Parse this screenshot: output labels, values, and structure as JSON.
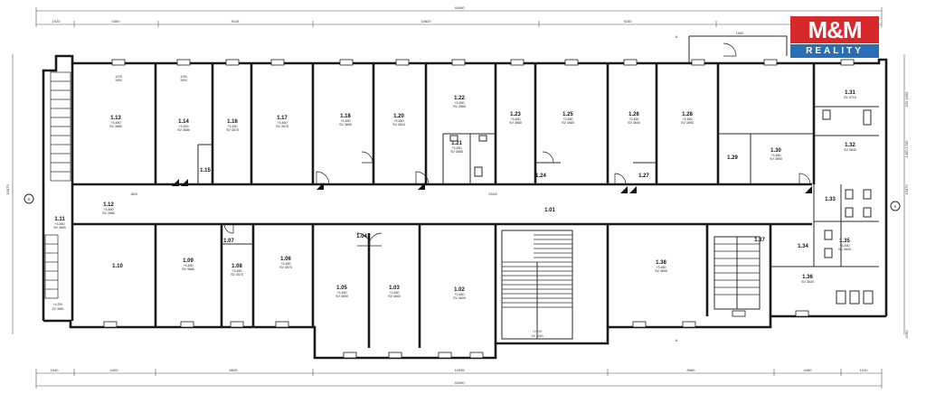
{
  "logo": {
    "brand": "M&M",
    "tagline": "REALITY",
    "brand_color": "#d7282b",
    "tagline_color": "#2a6fb6"
  },
  "dimensions": {
    "top_total": "44490",
    "top_segments": [
      "1925",
      "4300",
      "9115",
      "10820",
      "9230",
      "1900"
    ],
    "bottom_total": "43490",
    "bottom_segments": [
      "1940",
      "4400",
      "8505",
      "10935",
      "8960",
      "4480",
      "1910"
    ],
    "left_side": "19070",
    "right_side": "19070",
    "right_segments": [
      "520 1600",
      "1450 1700",
      "2760"
    ]
  },
  "rooms": [
    {
      "id": "1.13",
      "area": "+3.450",
      "sub": "SV 3680"
    },
    {
      "id": "1.14",
      "area": "+3.450",
      "sub": "SV 3580"
    },
    {
      "id": "1.16",
      "area": "+3.450",
      "sub": "SV 3575"
    },
    {
      "id": "1.17",
      "area": "+3.450",
      "sub": "SV 3575"
    },
    {
      "id": "1.18",
      "area": "+3.450",
      "sub": "SV 3650"
    },
    {
      "id": "1.20",
      "area": "+3.450",
      "sub": "SV 3610"
    },
    {
      "id": "1.22",
      "area": "+3.550",
      "sub": "SV 3565"
    },
    {
      "id": "1.21",
      "area": "+3.450",
      "sub": "SV 3565"
    },
    {
      "id": "1.23",
      "area": "+3.460",
      "sub": "SV 3580"
    },
    {
      "id": "1.24",
      "area": "",
      "sub": ""
    },
    {
      "id": "1.25",
      "area": "+3.460",
      "sub": "SV 3580"
    },
    {
      "id": "1.26",
      "area": "+3.460",
      "sub": "SV 3600"
    },
    {
      "id": "1.27",
      "area": "",
      "sub": ""
    },
    {
      "id": "1.28",
      "area": "+3.460",
      "sub": "SV 3590"
    },
    {
      "id": "1.29",
      "area": "",
      "sub": ""
    },
    {
      "id": "1.30",
      "area": "+3.460",
      "sub": "SV 3590"
    },
    {
      "id": "1.31",
      "area": "",
      "sub": "SV 3710"
    },
    {
      "id": "1.32",
      "area": "",
      "sub": "SV 3640"
    },
    {
      "id": "1.15",
      "area": "",
      "sub": ""
    },
    {
      "id": "1.12",
      "area": "+3.460",
      "sub": "SV 3580"
    },
    {
      "id": "1.11",
      "area": "+3.460",
      "sub": "SV 3690"
    },
    {
      "id": "1.10",
      "area": "",
      "sub": ""
    },
    {
      "id": "1.09",
      "area": "+3.450",
      "sub": "SV 3580"
    },
    {
      "id": "1.07",
      "area": "",
      "sub": ""
    },
    {
      "id": "1.08",
      "area": "+3.450",
      "sub": "SV 3570"
    },
    {
      "id": "1.06",
      "area": "+3.450",
      "sub": "SV 3570"
    },
    {
      "id": "1.05",
      "area": "+3.450",
      "sub": "SV 3600"
    },
    {
      "id": "1.04",
      "area": "",
      "sub": ""
    },
    {
      "id": "1.03",
      "area": "+3.450",
      "sub": "SV 3600"
    },
    {
      "id": "1.02",
      "area": "+3.450",
      "sub": "SV 3600"
    },
    {
      "id": "1.01",
      "area": "",
      "sub": ""
    },
    {
      "id": "1.38",
      "area": "+3.460",
      "sub": "SV 3600"
    },
    {
      "id": "1.37",
      "area": "",
      "sub": ""
    },
    {
      "id": "1.34",
      "area": "",
      "sub": ""
    },
    {
      "id": "1.33",
      "area": "",
      "sub": ""
    },
    {
      "id": "1.35",
      "area": "+3.450",
      "sub": "SV 3600"
    },
    {
      "id": "1.36",
      "area": "",
      "sub": "SV 3620"
    }
  ],
  "labels": {
    "corridor_dim": "23400",
    "hall_dim": "1825",
    "stair_label": "+2.970",
    "stair_sub": "SV 4000",
    "exit_left": "+4.290",
    "exit_left_sub": "SV 3660",
    "section_a": "A",
    "section_b": "B",
    "door_w": "1190",
    "door_h": "2800",
    "window_w": "1225",
    "window_h": "2650"
  }
}
